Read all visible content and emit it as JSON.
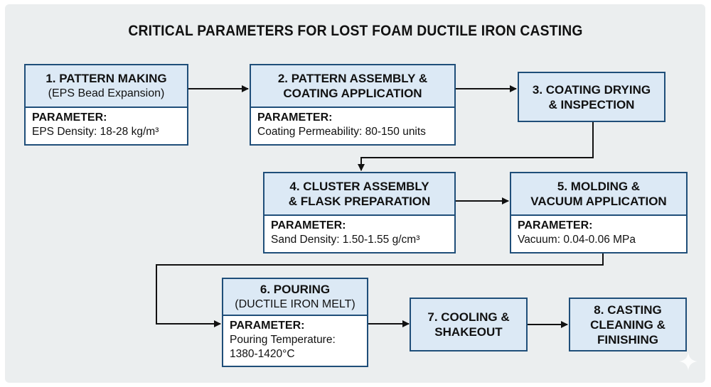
{
  "title": "CRITICAL PARAMETERS FOR LOST FOAM DUCTILE IRON CASTING",
  "colors": {
    "background": "#ebeeef",
    "box_border": "#1f4e79",
    "box_header": "#dce9f5",
    "box_body": "#ffffff",
    "arrow": "#111111"
  },
  "steps": [
    {
      "number": "1",
      "title": "1. PATTERN MAKING",
      "subtitle": "(EPS Bead Expansion)",
      "param_label": "PARAMETER:",
      "param_value": "EPS Density: 18-28 kg/m³"
    },
    {
      "number": "2",
      "title_line1": "2. PATTERN ASSEMBLY &",
      "title_line2": "COATING APPLICATION",
      "param_label": "PARAMETER:",
      "param_value": "Coating Permeability: 80-150 units"
    },
    {
      "number": "3",
      "title_line1": "3. COATING DRYING",
      "title_line2": "& INSPECTION"
    },
    {
      "number": "4",
      "title_line1": "4. CLUSTER ASSEMBLY",
      "title_line2": "& FLASK PREPARATION",
      "param_label": "PARAMETER:",
      "param_value": "Sand Density: 1.50-1.55 g/cm³"
    },
    {
      "number": "5",
      "title_line1": "5. MOLDING &",
      "title_line2": "VACUUM APPLICATION",
      "param_label": "PARAMETER:",
      "param_value": "Vacuum: 0.04-0.06 MPa"
    },
    {
      "number": "6",
      "title": "6. POURING",
      "subtitle": "(DUCTILE IRON MELT)",
      "param_label": "PARAMETER:",
      "param_value_line1": "Pouring Temperature:",
      "param_value_line2": "1380-1420°C"
    },
    {
      "number": "7",
      "title_line1": "7. COOLING &",
      "title_line2": "SHAKEOUT"
    },
    {
      "number": "8",
      "title_line1": "8. CASTING",
      "title_line2": "CLEANING &",
      "title_line3": "FINISHING"
    }
  ],
  "connections": [
    {
      "from": "1",
      "to": "2"
    },
    {
      "from": "2",
      "to": "3"
    },
    {
      "from": "3",
      "to": "4"
    },
    {
      "from": "4",
      "to": "5"
    },
    {
      "from": "5",
      "to": "6"
    },
    {
      "from": "6",
      "to": "7"
    },
    {
      "from": "7",
      "to": "8"
    }
  ]
}
